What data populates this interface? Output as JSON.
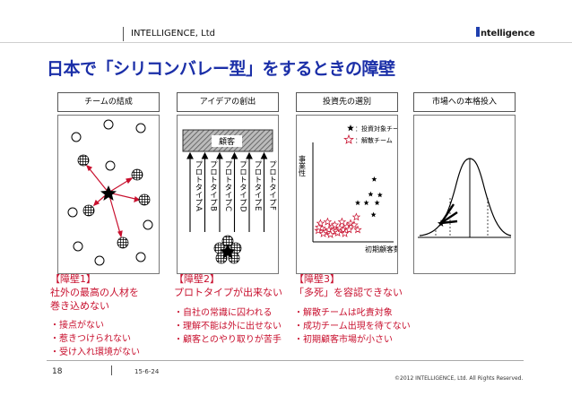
{
  "header": {
    "company": "INTELLIGENCE, Ltd",
    "logo_text": "ntelligence"
  },
  "title": "日本で「シリコンバレー型」をするときの障壁",
  "tabs": [
    "チームの結成",
    "アイデアの創出",
    "投資先の選別",
    "市場への本格投入"
  ],
  "diagram2": {
    "customer_label": "顧客",
    "prototypes": [
      "プロトタイプA",
      "プロトタイプB",
      "プロトタイプC",
      "プロトタイプD",
      "プロトタイプE",
      "プロトタイプF"
    ]
  },
  "chart_data": {
    "type": "scatter",
    "title": "",
    "xlabel": "初期顧客数",
    "ylabel": "事業性",
    "legend": [
      {
        "name": "：投資対象チーム",
        "marker": "black-star"
      },
      {
        "name": "：解散チーム",
        "marker": "red-star"
      }
    ],
    "legend_placement": "top-right",
    "grid": false,
    "xlim": [
      0,
      100
    ],
    "ylim": [
      0,
      100
    ],
    "series": [
      {
        "name": "：投資対象チーム",
        "color": "#000000",
        "points": [
          [
            83,
            76
          ],
          [
            60,
            46
          ],
          [
            72,
            46
          ],
          [
            87,
            46
          ],
          [
            78,
            57
          ],
          [
            82,
            31
          ],
          [
            91,
            56
          ]
        ]
      },
      {
        "name": "：解散チーム",
        "color": "#c8102e",
        "points": [
          [
            5,
            11
          ],
          [
            10,
            14
          ],
          [
            15,
            9
          ],
          [
            20,
            12
          ],
          [
            25,
            16
          ],
          [
            30,
            10
          ],
          [
            35,
            14
          ],
          [
            40,
            12
          ],
          [
            45,
            16
          ],
          [
            50,
            20
          ],
          [
            8,
            20
          ],
          [
            18,
            22
          ],
          [
            28,
            18
          ],
          [
            38,
            22
          ],
          [
            48,
            12
          ],
          [
            55,
            18
          ],
          [
            12,
            7
          ],
          [
            22,
            6
          ],
          [
            32,
            8
          ],
          [
            42,
            7
          ],
          [
            60,
            12
          ],
          [
            6,
            15
          ],
          [
            58,
            28
          ]
        ]
      }
    ]
  },
  "walls": [
    {
      "heading": "【障壁1】",
      "lines": [
        "社外の最高の人材を",
        "巻き込めない"
      ],
      "points": [
        "・接点がない",
        "・惹きつけられない",
        "・受け入れ環境がない"
      ]
    },
    {
      "heading": "【障壁2】",
      "lines": [
        "プロトタイプが出来ない"
      ],
      "points": [
        "・自社の常識に囚われる",
        "・理解不能は外に出せない",
        "・顧客とのやり取りが苦手"
      ]
    },
    {
      "heading": "【障壁3】",
      "lines": [
        "「多死」を容認できない"
      ],
      "points": [
        "・解散チームは叱責対象",
        "・成功チーム出現を待てない",
        "・初期顧客市場が小さい"
      ]
    }
  ],
  "footer": {
    "page": "18",
    "date": "15-6-24",
    "copyright": "©2012 INTELLIGENCE, Ltd. All Rights Reserved."
  },
  "colors": {
    "title": "#1b2fa8",
    "wall_text": "#c8102e",
    "red_star": "#c8102e"
  }
}
